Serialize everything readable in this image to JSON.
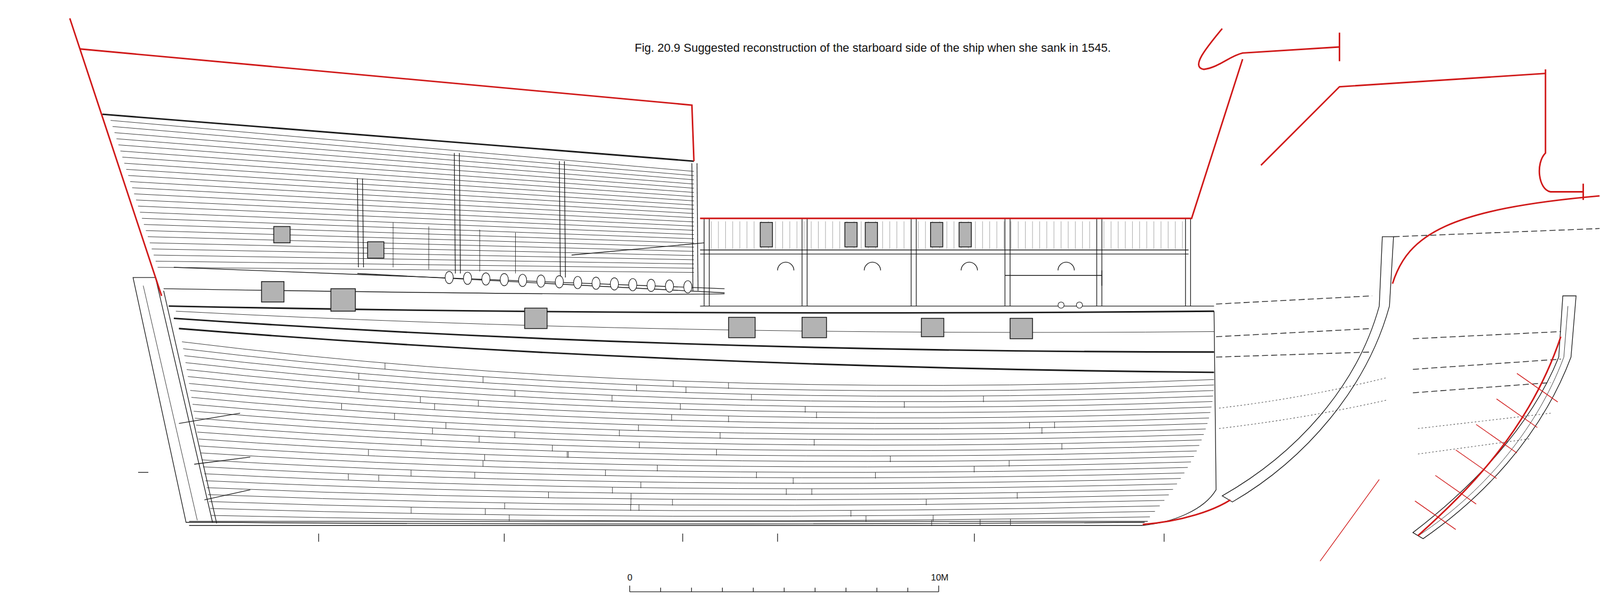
{
  "diagram": {
    "caption": "Fig. 20.9 Suggested reconstruction of the starboard side of the ship when she sank in 1545.",
    "labels": [
      "0",
      "10M"
    ]
  }
}
